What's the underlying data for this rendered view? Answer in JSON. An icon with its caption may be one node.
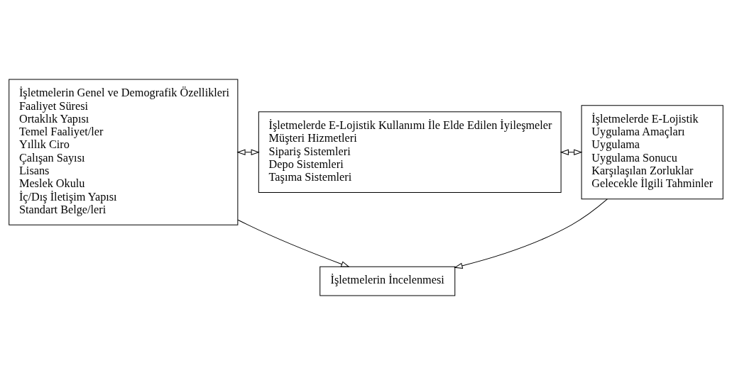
{
  "diagram": {
    "nodes": [
      {
        "text": [
          "İşletmelerin Genel ve Demografik Özellikleri",
          "Faaliyet Süresi",
          "Ortaklık Yapısı",
          "Temel Faaliyet/ler",
          "Yıllık Ciro",
          "Çalışan Sayısı",
          "Lisans",
          "Meslek Okulu",
          "İç/Dış İletişim Yapısı",
          "Standart Belge/leri"
        ]
      },
      {
        "text": [
          "İşletmelerde E-Lojistik Kullanımı İle Elde Edilen İyileşmeler",
          "Müşteri Hizmetleri",
          "Sipariş Sistemleri",
          "Depo Sistemleri",
          "Taşıma Sistemleri"
        ]
      },
      {
        "text": [
          "İşletmelerde E-Lojistik",
          "Uygulama Amaçları",
          "Uygulama",
          "Uygulama Sonucu",
          "Karşılaşılan Zorluklar",
          "Gelecekle İlgili Tahminler"
        ]
      },
      {
        "text": [
          "İşletmelerin İncelenmesi"
        ]
      }
    ],
    "edges": [
      {
        "from": 0,
        "to": 1,
        "arrow": "both"
      },
      {
        "from": 1,
        "to": 2,
        "arrow": "both"
      },
      {
        "from": 0,
        "to": 3,
        "arrow": "to"
      },
      {
        "from": 2,
        "to": 3,
        "arrow": "to"
      }
    ]
  }
}
